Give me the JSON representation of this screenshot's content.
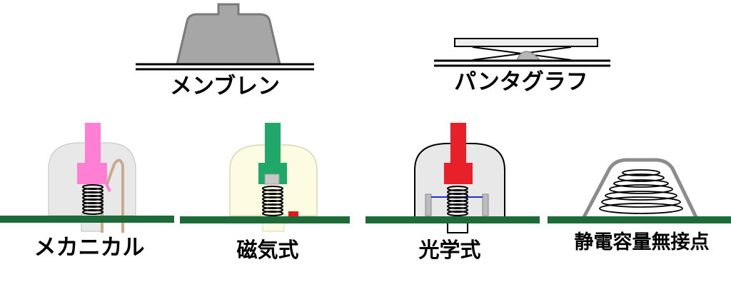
{
  "labels": {
    "membrane": "メンブレン",
    "pantograph": "パンタグラフ",
    "mechanical": "メカニカル",
    "magnetic": "磁気式",
    "optical": "光学式",
    "capacitive": "静電容量無接点"
  },
  "colors": {
    "pcb": "#1e6b3a",
    "mechanical_stem": "#ff7fd4",
    "magnetic_stem": "#20a86b",
    "optical_stem": "#e8202a",
    "magnet_sensor": "#e31919",
    "optical_beam": "#1f2fc9",
    "membrane_dome": "#a6a6a6",
    "housing_gray": "#e8e8e8",
    "housing_cream": "#fdfbe2",
    "contact_leaf": "#c8ab8e"
  }
}
